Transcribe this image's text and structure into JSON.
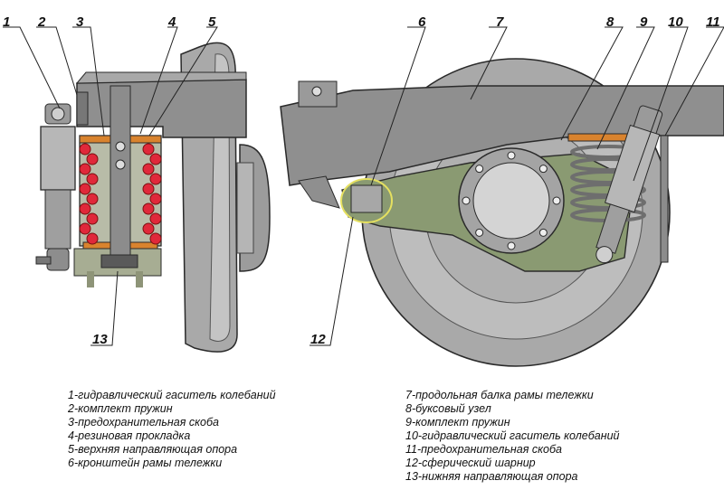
{
  "callouts": [
    "1",
    "2",
    "3",
    "4",
    "5",
    "6",
    "7",
    "8",
    "9",
    "10",
    "11",
    "12",
    "13"
  ],
  "legend_left": [
    "1-гидравлический гаситель колебаний",
    "2-комплект пружин",
    "3-предохранительная скоба",
    "4-резиновая прокладка",
    "5-верхняя направляющая опора",
    "6-кронштейн рамы тележки"
  ],
  "legend_right": [
    "7-продольная балка рамы тележки",
    "8-буксовый узел",
    "9-комплект пружин",
    "10-гидравлический гаситель колебаний",
    "11-предохранительная скоба",
    "12-сферический шарнир",
    "13-нижняя направляющая опора"
  ],
  "colors": {
    "frame": "#8f8f8f",
    "wheel": "#a9a9a9",
    "spring": "#e0283a",
    "rubber_pad": "#d9832e",
    "lever": "#8a9a72",
    "outline": "#2a2a2a"
  },
  "icons": [
    "damper-shape",
    "spring-coil-shape",
    "wheel-shape",
    "axlebox-shape",
    "frame-beam-shape"
  ]
}
